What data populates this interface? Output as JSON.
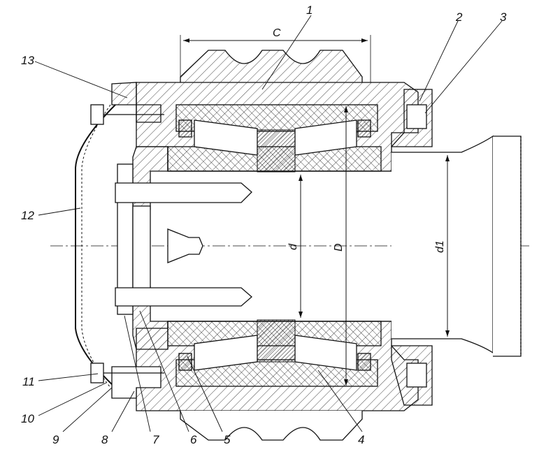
{
  "drawing": {
    "part_labels": [
      {
        "id": "label-1",
        "text": "1"
      },
      {
        "id": "label-2",
        "text": "2"
      },
      {
        "id": "label-3",
        "text": "3"
      },
      {
        "id": "label-4",
        "text": "4"
      },
      {
        "id": "label-5",
        "text": "5"
      },
      {
        "id": "label-6",
        "text": "6"
      },
      {
        "id": "label-7",
        "text": "7"
      },
      {
        "id": "label-8",
        "text": "8"
      },
      {
        "id": "label-9",
        "text": "9"
      },
      {
        "id": "label-10",
        "text": "10"
      },
      {
        "id": "label-11",
        "text": "11"
      },
      {
        "id": "label-12",
        "text": "12"
      },
      {
        "id": "label-13",
        "text": "13"
      }
    ],
    "dimensions": {
      "width_c": "C",
      "bore_d": "d",
      "outer_d": "D",
      "shaft_d1": "d1"
    },
    "colors": {
      "ink": "#111111",
      "hatch": "#333333",
      "paper": "#ffffff"
    }
  }
}
